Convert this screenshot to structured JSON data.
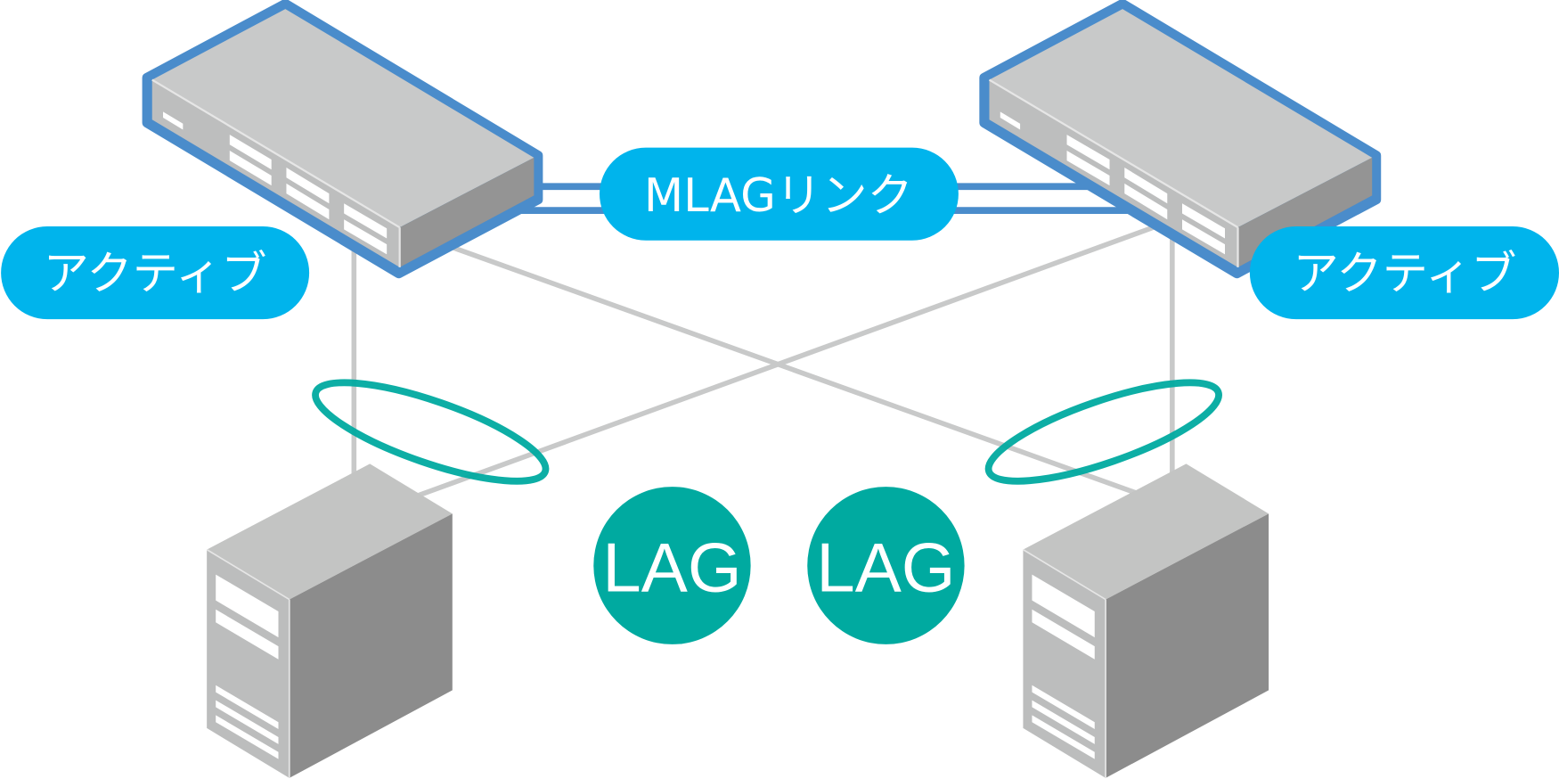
{
  "diagram": {
    "title": "MLAG構成図",
    "mlag_link": {
      "label": "MLAGリンク"
    },
    "switches": [
      {
        "id": "switch-left",
        "status_label": "アクティブ"
      },
      {
        "id": "switch-right",
        "status_label": "アクティブ"
      }
    ],
    "lags": [
      {
        "id": "lag-left",
        "label": "LAG"
      },
      {
        "id": "lag-right",
        "label": "LAG"
      }
    ],
    "servers": [
      {
        "id": "server-left"
      },
      {
        "id": "server-right"
      }
    ],
    "colors": {
      "switch_outline": "#4a8ccb",
      "label_pill": "#00b4ec",
      "lag_teal": "#00aaa0",
      "cable_gray": "#c8c9c9",
      "device_top": "#c8c9c9",
      "device_front": "#bdbebe",
      "device_side": "#949494",
      "server_side": "#8c8c8c"
    }
  }
}
